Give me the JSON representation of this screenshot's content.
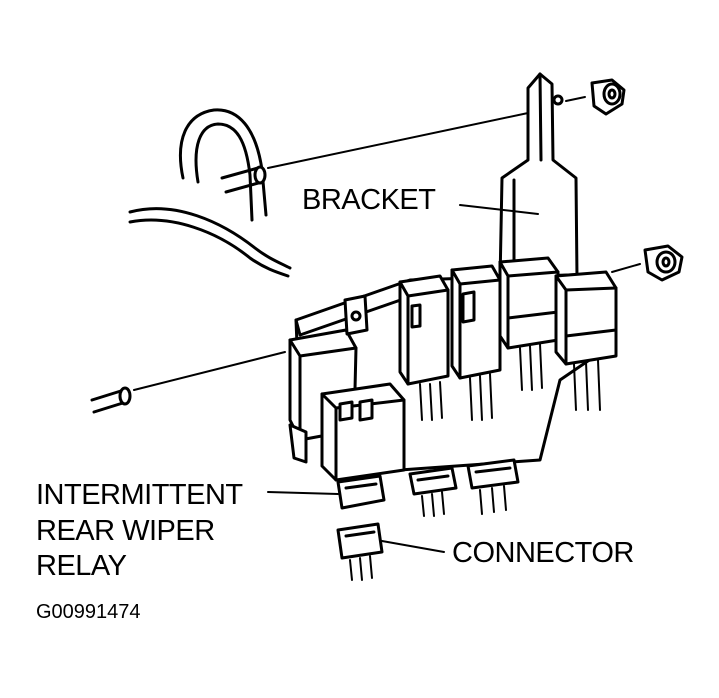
{
  "labels": {
    "bracket": "BRACKET",
    "relay_line1": "INTERMITTENT",
    "relay_line2": "REAR WIPER",
    "relay_line3": "RELAY",
    "connector": "CONNECTOR"
  },
  "figure_id": "G00991474",
  "colors": {
    "ink": "#000000",
    "background": "#ffffff"
  }
}
